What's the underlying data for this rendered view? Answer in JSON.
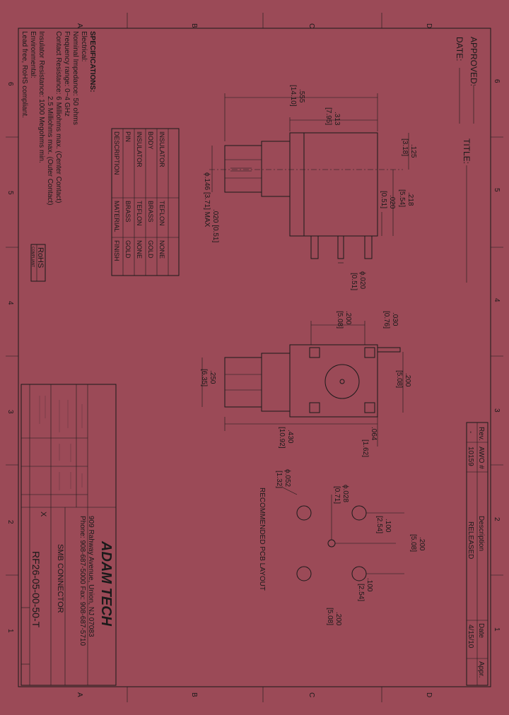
{
  "border": {
    "top_zones": [
      "A",
      "B",
      "C",
      "D"
    ],
    "side_numbers": [
      "6",
      "5",
      "4",
      "3",
      "2",
      "1"
    ]
  },
  "approval": {
    "approved_label": "APPROVED:",
    "date_label": "DATE:",
    "title_label": "TITLE:"
  },
  "specifications": {
    "heading": "SPECIFICATIONS:",
    "lines": [
      "Electrical:",
      "Nominal Impedance: 50 ohms",
      "Frequency range: 0~4 GHz",
      "Contact Resistance: 6 Milliohms max. (Center Contact)",
      "2.5 Milliohms max. (Outer Contact)",
      "Insulator Resistance: 1000 Megohms min.",
      "Environmental:",
      "Lead free, RoHS compliant."
    ]
  },
  "material_table": {
    "headers": [
      "DESCRIPTION",
      "MATERIAL",
      "FINISH"
    ],
    "rows": [
      [
        "PIN",
        "BRASS",
        "GOLD"
      ],
      [
        "INSULATOR",
        "TEFLON",
        "NONE"
      ],
      [
        "BODY",
        "BRASS",
        "GOLD"
      ],
      [
        "INSULATOR",
        "TEFLON",
        "NONE"
      ]
    ]
  },
  "rohs": {
    "main": "RoHS",
    "sub": "COMPLIANT"
  },
  "revision_table": {
    "headers": [
      "Rev.",
      "AWO #",
      "Description",
      "Date",
      "Appr."
    ],
    "row": [
      "-",
      "10159",
      "RELEASED",
      "4/15/10",
      ""
    ]
  },
  "title_block": {
    "company": "ADAM TECH",
    "address": "909 Rahway Avenue, Union, NJ 07083",
    "phone": "Phone: 908-687-5000 Fax: 908-687-5710",
    "description": "SMB CONNECTOR",
    "part_number": "RF26-05-00-50-T",
    "mark": "X"
  },
  "dimensions": {
    "side_view": {
      "overall": ".555",
      "overall_mm": "[14.10]",
      "mid": ".313",
      "mid_mm": "[7.95]",
      "dia_body": "ϕ.146 [3.71] MAX",
      "pin_gap": ".020 [0.51]",
      "top_a": ".125",
      "top_a_mm": "[3.18]",
      "top_b": ".218",
      "top_b_mm": "[5.54]",
      "top_c": ".020",
      "top_c_mm": "[0.51]",
      "pin_dia": "ϕ.020",
      "pin_dia_mm": "[0.51]"
    },
    "top_view": {
      "width": ".200",
      "width_mm": "[5.08]",
      "tab": ".030",
      "tab_mm": "[0.76]",
      "height": ".200",
      "height_mm": "[5.08]",
      "length": ".430",
      "length_mm": "[10.92]",
      "offset": ".064",
      "offset_mm": "[1.62]",
      "dia": ".250",
      "dia_mm": "[6.35]"
    },
    "pcb": {
      "label": "RECOMMENDED PCB LAYOUT",
      "hole_big": "ϕ.052",
      "hole_big_mm": "[1.32]",
      "hole_small": "ϕ.028",
      "hole_small_mm": "[0.71]",
      "d1": ".100",
      "d1_mm": "[2.54]",
      "d2": ".200",
      "d2_mm": "[5.08]",
      "d3": ".100",
      "d3_mm": "[2.54]",
      "d4": ".200",
      "d4_mm": "[5.08]"
    }
  }
}
